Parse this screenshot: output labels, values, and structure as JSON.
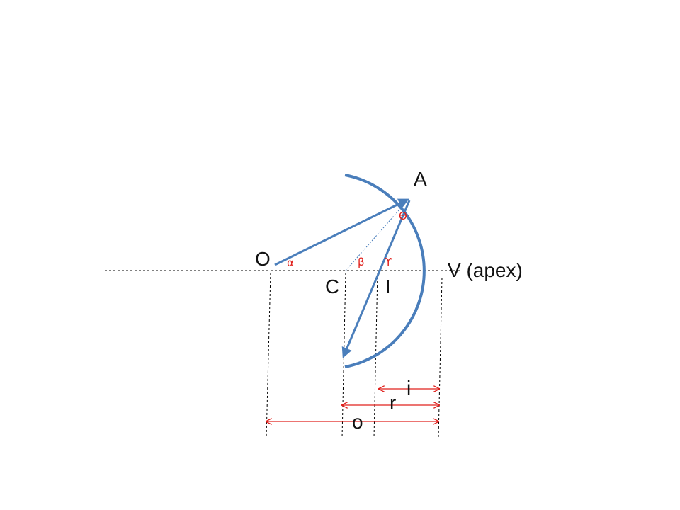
{
  "labels": {
    "point_a": "A",
    "point_o": "O",
    "point_c": "C",
    "point_i": "I",
    "apex": "V (apex)",
    "angle_theta": "ϴ",
    "angle_alpha": "α",
    "angle_beta": "β",
    "angle_gamma": "ϒ",
    "dist_i": "i",
    "dist_r": "r",
    "dist_o": "o"
  },
  "colors": {
    "mirror": "#4a7ebb",
    "axis": "#000000",
    "dimension": "#e0201c",
    "text": "#111111",
    "angle_text": "#e0201c"
  }
}
